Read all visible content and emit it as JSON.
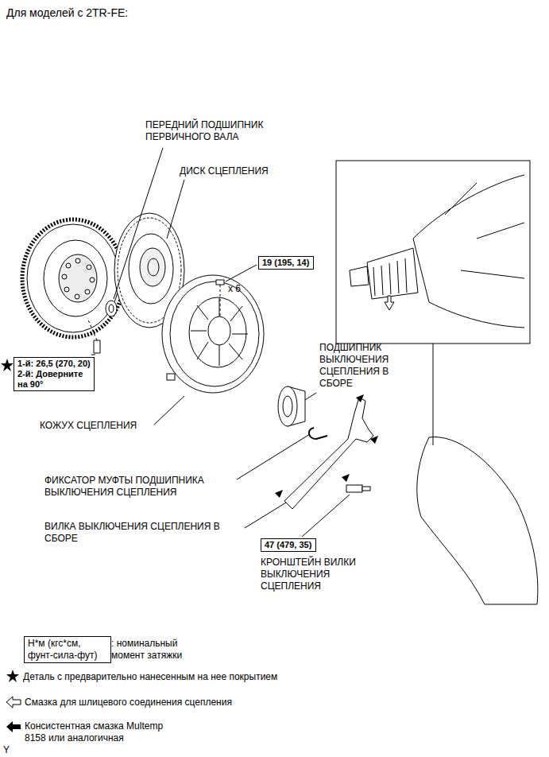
{
  "diagram": {
    "title": "Для моделей с 2TR-FE:",
    "nodes": [
      {
        "text": [
          "19 (195, 14)"
        ]
      },
      {
        "text": [
          "1-й: 26,5 (270, 20)",
          "2-й: Доверните на 90°"
        ]
      },
      {
        "text": [
          "47 (479, 35)"
        ]
      },
      {
        "text": [
          "Н*м (кгс*см, фунт-сила-фут)"
        ]
      }
    ],
    "labels": [
      "ПЕРЕДНИЙ ПОДШИПНИК ПЕРВИЧНОГО ВАЛА",
      "ДИСК СЦЕПЛЕНИЯ",
      "x 6",
      "ПОДШИПНИК ВЫКЛЮЧЕНИЯ СЦЕПЛЕНИЯ В СБОРЕ",
      "КОЖУХ СЦЕПЛЕНИЯ",
      "ФИКСАТОР МУФТЫ ПОДШИПНИКА ВЫКЛЮЧЕНИЯ СЦЕПЛЕНИЯ",
      "ВИЛКА ВЫКЛЮЧЕНИЯ СЦЕПЛЕНИЯ В СБОРЕ",
      "КРОНШТЕЙН ВИЛКИ ВЫКЛЮЧЕНИЯ СЦЕПЛЕНИЯ",
      "Y"
    ],
    "legend": [
      {
        "text": ": номинальный момент затяжки"
      },
      {
        "text": "Деталь с предварительно нанесенным на нее покрытием"
      },
      {
        "text": "Смазка для шлицевого соединения сцепления"
      },
      {
        "text": "Консистентная смазка Multemp 8158 или аналогичная"
      }
    ]
  }
}
